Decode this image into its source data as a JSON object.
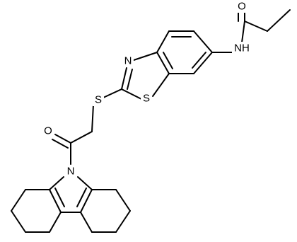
{
  "molecule": {
    "atoms": [
      {
        "id": "O_top",
        "label": "O"
      },
      {
        "id": "NH",
        "label": "NH"
      },
      {
        "id": "N_thz",
        "label": "N"
      },
      {
        "id": "S_thz",
        "label": "S"
      },
      {
        "id": "S_link",
        "label": "S"
      },
      {
        "id": "O_ket",
        "label": "O"
      },
      {
        "id": "N_carb",
        "label": "N"
      }
    ],
    "colors": {
      "bond": "#000000",
      "label": "#000000",
      "background": "#ffffff"
    }
  }
}
